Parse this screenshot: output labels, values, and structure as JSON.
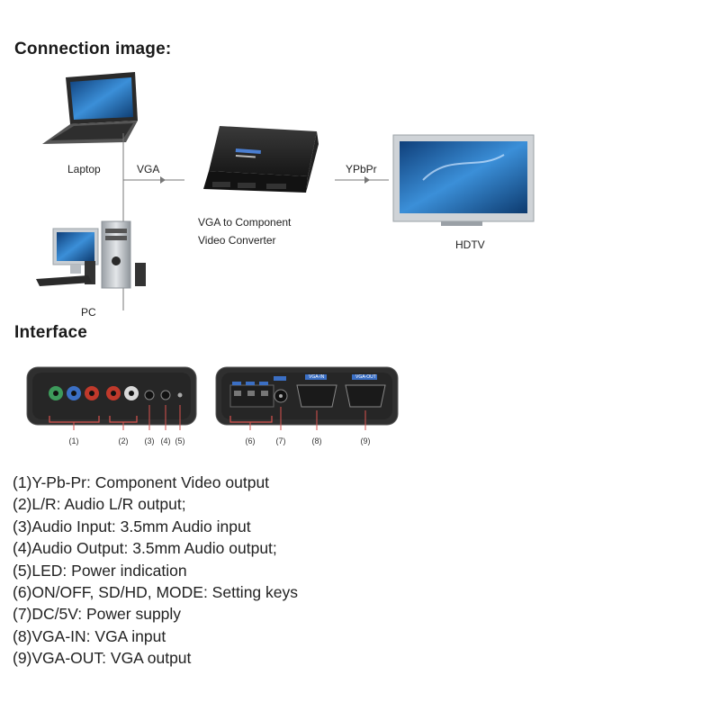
{
  "section1": {
    "title": "Connection image:"
  },
  "diagram": {
    "laptop_label": "Laptop",
    "vga_label": "VGA",
    "converter_label_line1": "VGA to Component",
    "converter_label_line2": "Video Converter",
    "ypbpr_label": "YPbPr",
    "hdtv_label": "HDTV",
    "pc_label": "PC"
  },
  "section2": {
    "title": "Interface"
  },
  "front_panel": {
    "callouts": [
      "(1)",
      "(2)",
      "(3)",
      "(4)",
      "(5)"
    ]
  },
  "rear_panel": {
    "port_labels": [
      "VGA-IN",
      "VGA-OUT"
    ],
    "callouts": [
      "(6)",
      "(7)",
      "(8)",
      "(9)"
    ]
  },
  "legend": [
    "(1)Y-Pb-Pr: Component Video output",
    "(2)L/R: Audio L/R output;",
    "(3)Audio Input: 3.5mm Audio input",
    "(4)Audio Output: 3.5mm Audio output;",
    "(5)LED: Power indication",
    "(6)ON/OFF, SD/HD, MODE: Setting keys",
    "(7)DC/5V: Power supply",
    "(8)VGA-IN: VGA input",
    "(9)VGA-OUT: VGA output"
  ],
  "colors": {
    "device_body": "#2b2b2b",
    "jack_green": "#3d9a5b",
    "jack_blue": "#3b6fc4",
    "jack_red": "#c0392b",
    "screen_blue": "#1f6fb8",
    "callout_red": "#d9534f"
  }
}
